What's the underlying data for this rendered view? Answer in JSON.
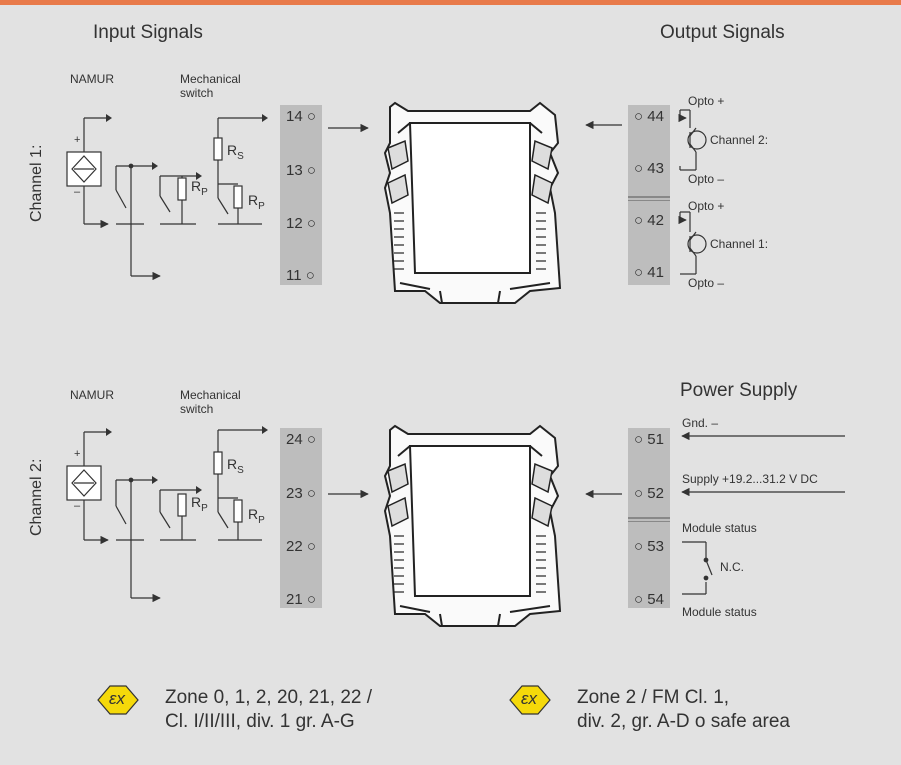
{
  "headings": {
    "input_signals": "Input Signals",
    "output_signals": "Output Signals",
    "power_supply": "Power Supply"
  },
  "channels": {
    "ch1": "Channel 1:",
    "ch2": "Channel 2:"
  },
  "labels": {
    "namur_1": "NAMUR",
    "mech_1a": "Mechanical",
    "mech_1b": "switch",
    "namur_2": "NAMUR",
    "mech_2a": "Mechanical",
    "mech_2b": "switch",
    "rs": "R",
    "rs_sub": "S",
    "rp": "R",
    "rp_sub": "P"
  },
  "terminals": {
    "in1": [
      "14 ○",
      "13 ○",
      "12 ○",
      "11 ○"
    ],
    "in2": [
      "24 ○",
      "23 ○",
      "22 ○",
      "21 ○"
    ],
    "out1": [
      "○ 44",
      "○ 43",
      "○ 42",
      "○ 41"
    ],
    "out2": [
      "○ 51",
      "○ 52",
      "○ 53",
      "○ 54"
    ]
  },
  "outputs": {
    "opto_plus_1": "Opto +",
    "channel2": "Channel 2:",
    "opto_minus_1": "Opto –",
    "opto_plus_2": "Opto +",
    "channel1": "Channel 1:",
    "opto_minus_2": "Opto –"
  },
  "power": {
    "gnd": "Gnd. –",
    "supply": "Supply +19.2...31.2 V DC",
    "status_top": "Module status",
    "nc": "N.C.",
    "status_bottom": "Module status"
  },
  "certs": {
    "ex_symbol": "εx",
    "left_line1": "Zone 0, 1, 2, 20, 21, 22 /",
    "left_line2": "Cl. I/II/III, div. 1 gr. A-G",
    "right_line1": "Zone 2 / FM Cl. 1,",
    "right_line2": "div. 2, gr. A-D o safe area"
  },
  "colors": {
    "background": "#e2e2e2",
    "accent_bar": "#e87a4a",
    "terminal_strip": "#bdbdbd",
    "ex_badge": "#f5d90a"
  }
}
